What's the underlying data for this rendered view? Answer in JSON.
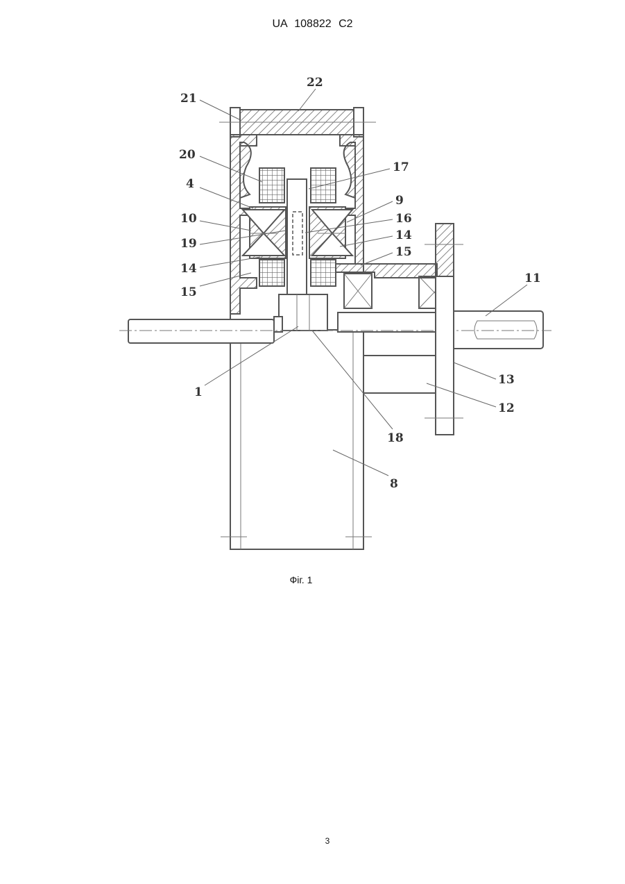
{
  "header": {
    "text": "UA   108822   C2"
  },
  "caption": {
    "text": "Фіг. 1"
  },
  "page_number": {
    "text": "3"
  },
  "labels": {
    "l1": "1",
    "l4": "4",
    "l8": "8",
    "l9": "9",
    "l10": "10",
    "l11": "11",
    "l12": "12",
    "l13": "13",
    "l14a": "14",
    "l14b": "14",
    "l15a": "15",
    "l15b": "15",
    "l16": "16",
    "l17": "17",
    "l18": "18",
    "l19": "19",
    "l20": "20",
    "l21": "21",
    "l22": "22"
  }
}
